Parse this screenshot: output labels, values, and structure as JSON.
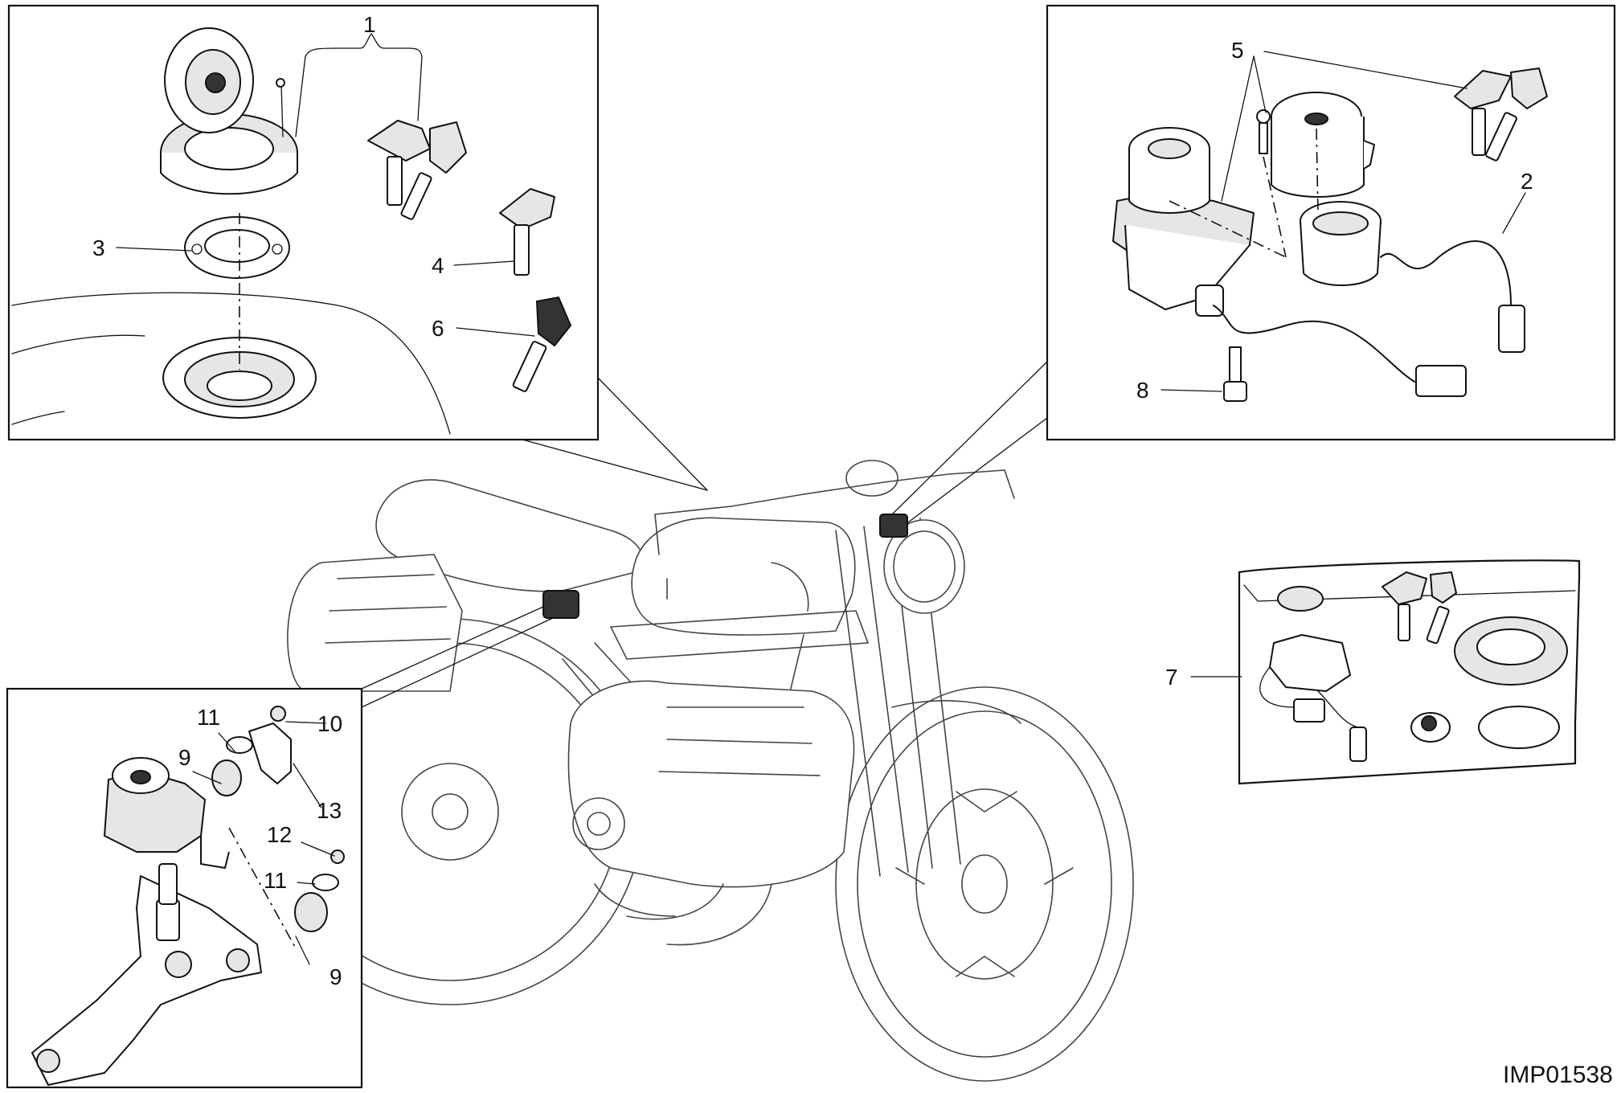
{
  "diagram": {
    "drawing_id": "IMP01538",
    "callouts": {
      "c1": "1",
      "c2": "2",
      "c3": "3",
      "c4": "4",
      "c5": "5",
      "c6": "6",
      "c7": "7",
      "c8": "8",
      "c9a": "9",
      "c9b": "9",
      "c10": "10",
      "c11a": "11",
      "c11b": "11",
      "c12": "12",
      "c13": "13"
    }
  }
}
